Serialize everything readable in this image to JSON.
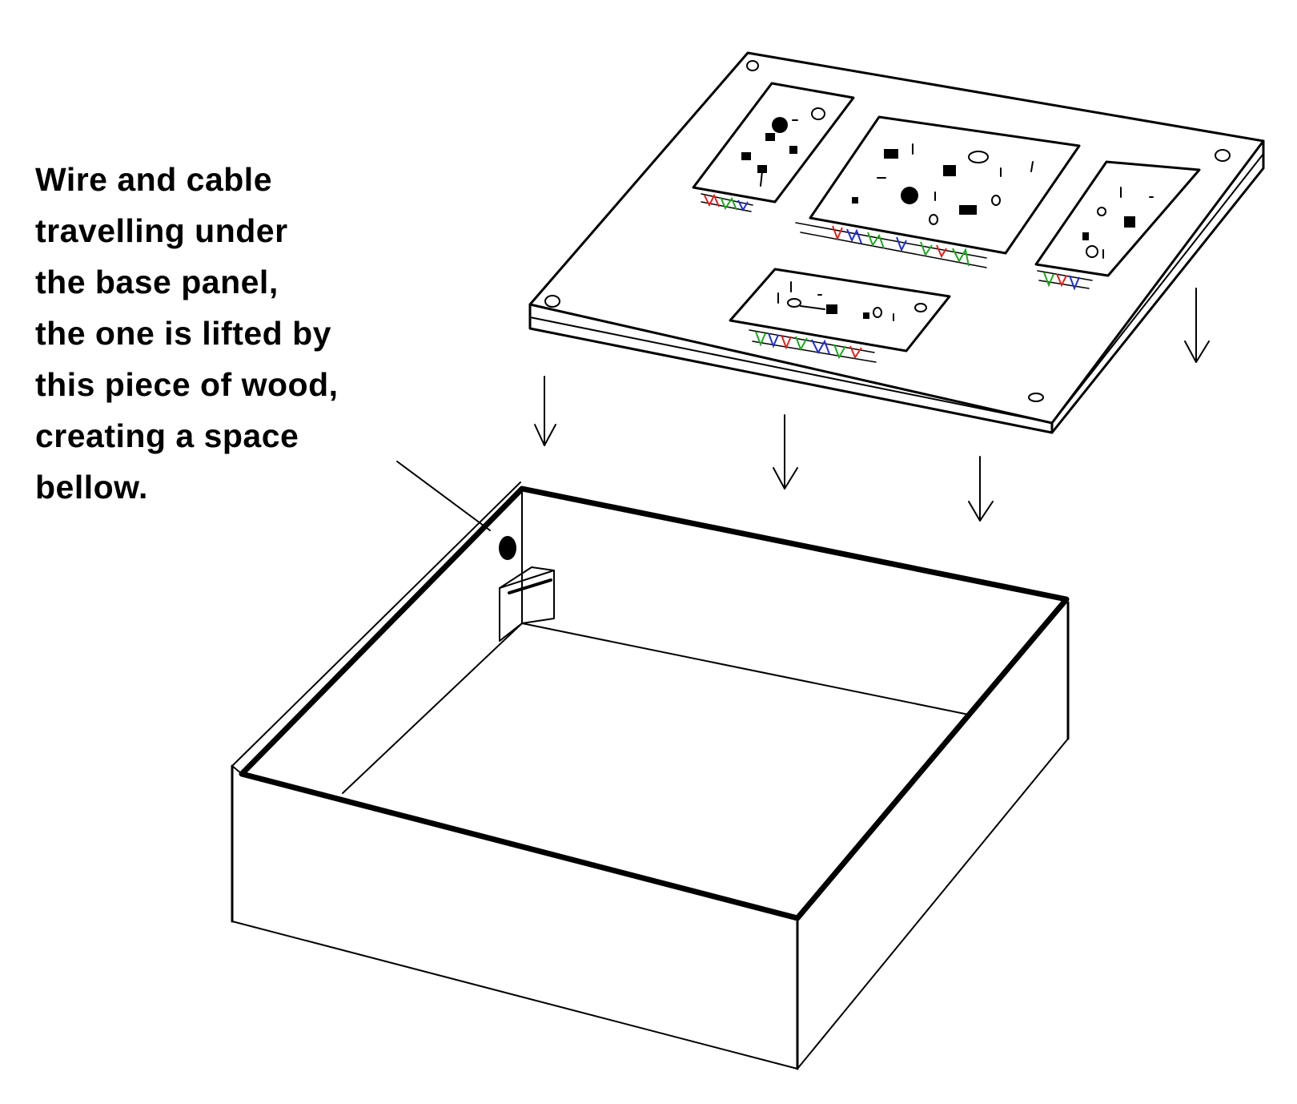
{
  "annotation": {
    "lines": [
      "Wire and cable",
      "travelling under",
      "the base panel,",
      "the one is lifted by",
      "this piece of wood,",
      "creating a space",
      "bellow."
    ]
  },
  "colors": {
    "ink": "#000000",
    "background": "#ffffff",
    "wire_red": "#e0201c",
    "wire_green": "#1fa81f",
    "wire_blue": "#2030d0"
  },
  "components": {
    "top_panel": "base panel with mounted circuit boards",
    "box": "open wooden box",
    "spacer": "piece of wood",
    "arrows": 4
  }
}
